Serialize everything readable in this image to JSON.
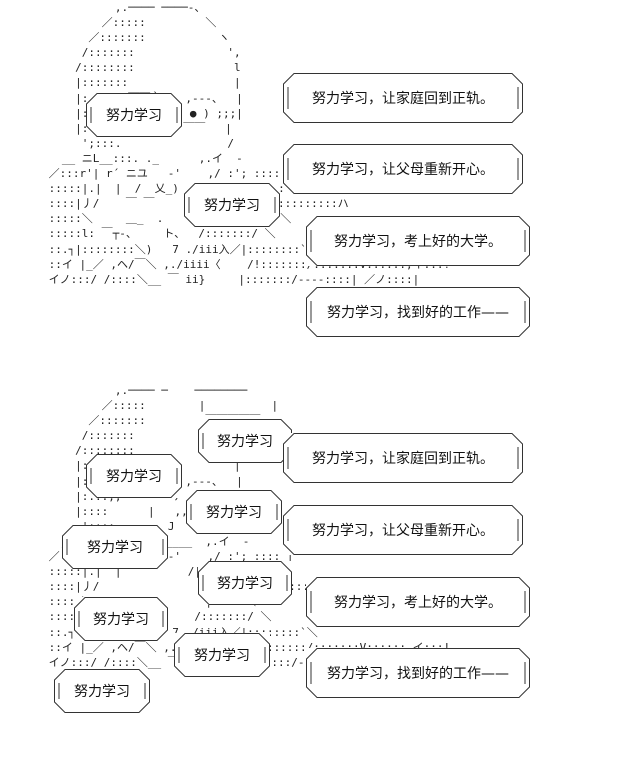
{
  "small_bubble_text": "努力学习",
  "large_bubbles": [
    "努力学习，让家庭回到正轨。",
    "努力学习，让父母重新开心。",
    "努力学习，考上好的大学。",
    "努力学习，找到好的工作——"
  ],
  "art_top": [
    "           ,.──── ────-、",
    "         ／:::::         ＼",
    "       ／:::::::           ヽ",
    "      /:::::::              ',",
    "     /::::::::               l",
    "     |:::::::                |",
    "     |:::: ,/￣￣｀ヽ  ,-‐-、  |",
    "     |::::;;( ● ）八 ( ● ) ;;;|",
    "     |::::   ￣￣     ￣￣   |",
    "      ';:::.                /",
    "   __ ニL__:::. ._      ,.イ  -",
    " ／:::r'| r´ ニユ   ‐'    ,/ :'; :::: |",
    " :::::|.|  |  /  乂_)     /|::':::: ::",
    " ::::|丿/    ￣ ￣      /.|::::^、::::::::::::ハ",
    " :::::＼     ＿_  .   イ. |:::::::.  ＼",
    " :::::l: ￣┬-、    ト、  /:::::::/ ＼",
    " ::.┐|::::::::＼)   7 ./iii入／|::::::::`＼",
    " ::イ |_／ ,ヘ/￣＼ ,./iiii〈    /!:::::::/:::::::V::::::,イ:::!",
    " イノ:::/ /::::＼__ ￣ ii}     |:::::::/‐‐‐‐::::| ／ノ::::|"
  ],
  "art_bottom": [
    "           ,.──── ─    ────────",
    "         ／:::::        |          |",
    "       ／:::::::         ￣￣￣￣￣",
    "      /:::::::              ',",
    "     /::::::::               l",
    "     |:::::::                |",
    "     |:::: ,/￣￣｀ヽ  ,-‐-、  |",
    "     |::::;;        ﾉ      ;;;|",
    "     |::::      |   ,,´,,,´   ;|",
    "      ';:::.       J        /",
    "   __ ニL__:::. .______  ,.イ  -",
    " ／:::r'| r´ ニユ   ‐'    ,/ :'; :::: |",
    " :::::|.|  |          /|::':::: ::",
    " ::::|丿/               /.|::::^、::::::::::::ハ",
    " :::::＼                 |::.  ＼",
    " :::::l:               /:::::::/ ＼",
    " ::.┐|::::::::＼)   7 ./iii入／|::::::::`＼",
    " ::イ |_／ ,ヘ/￣＼ ,./iiii〈    /!:::::::/:::::::V::::::,イ:::!",
    " イノ:::/ /::::＼__ ￣ ii}     |:::::::/‐‐‐‐::::| ／ノ::::|"
  ]
}
